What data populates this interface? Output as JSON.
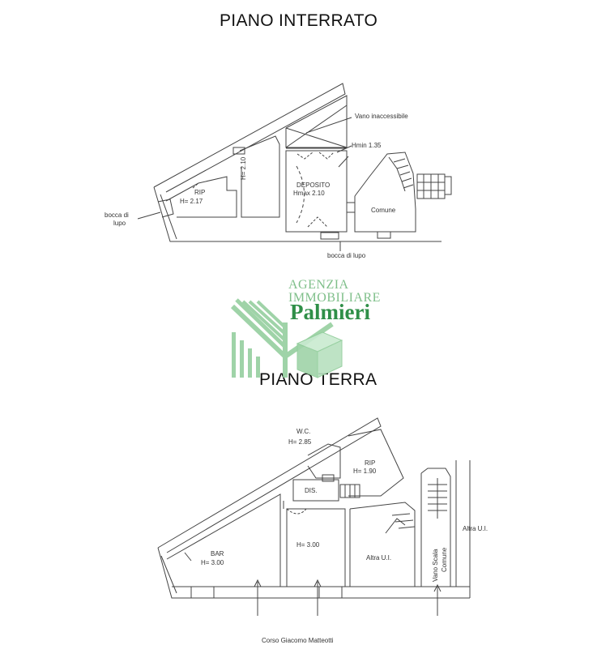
{
  "plans": {
    "basement": {
      "title": "PIANO INTERRATO",
      "labels": {
        "vano": "Vano inaccessibile",
        "hmin": "Hmin 1.35",
        "deposito": "DEPOSITO",
        "hmax": "Hmax 2.10",
        "rip": "RIP",
        "rip_h": "H= 2.17",
        "h210": "H= 2.10",
        "comune": "Comune",
        "bocca_left_1": "bocca di",
        "bocca_left_2": "lupo",
        "bocca_bottom": "bocca di lupo"
      }
    },
    "ground": {
      "title": "PIANO TERRA",
      "labels": {
        "wc": "W.C.",
        "wc_h": "H= 2.85",
        "rip": "RIP",
        "rip_h": "H= 1.90",
        "dis": "DIS.",
        "h300": "H= 3.00",
        "bar": "BAR",
        "bar_h": "H= 3.00",
        "altra_mid": "Altra U.I.",
        "altra_right": "Altra U.I.",
        "vano_scala": "Vano Scala",
        "comune": "Comune",
        "street": "Corso Giacomo Matteotti"
      }
    }
  },
  "watermark": {
    "line1": "AGENZIA",
    "line2": "IMMOBILIARE",
    "brand": "Palmieri",
    "colors": {
      "light": "#7fbf8a",
      "dark": "#2f8f48",
      "cube": "#9fd3a8"
    }
  }
}
